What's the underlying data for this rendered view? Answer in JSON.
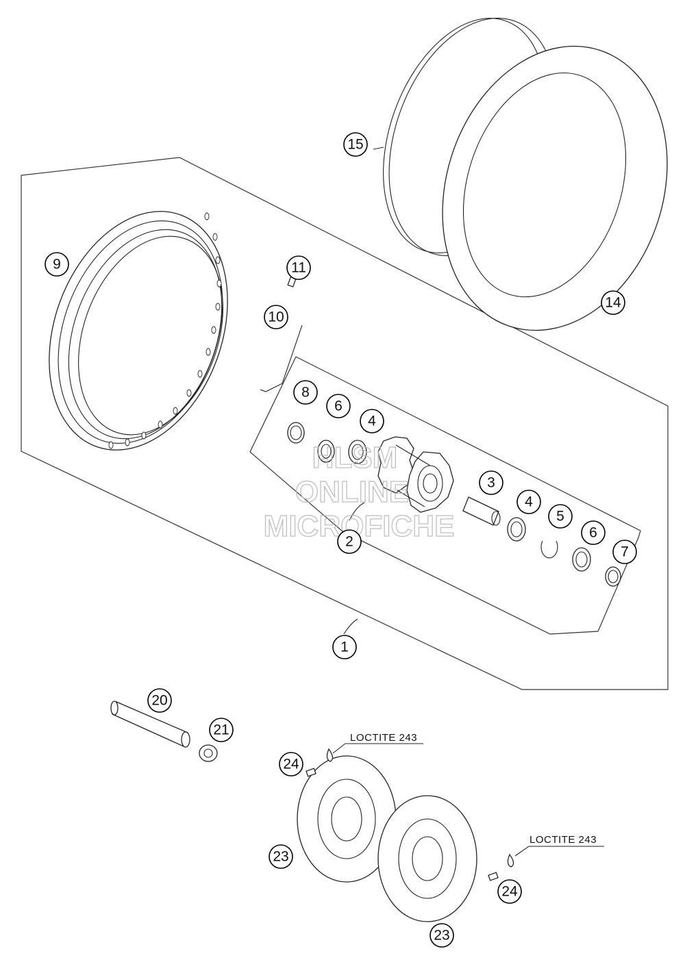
{
  "callouts": [
    {
      "id": "c15",
      "label": "15"
    },
    {
      "id": "c9",
      "label": "9"
    },
    {
      "id": "c11",
      "label": "11"
    },
    {
      "id": "c10",
      "label": "10"
    },
    {
      "id": "c14",
      "label": "14"
    },
    {
      "id": "c8",
      "label": "8"
    },
    {
      "id": "c6a",
      "label": "6"
    },
    {
      "id": "c4a",
      "label": "4"
    },
    {
      "id": "c3",
      "label": "3"
    },
    {
      "id": "c4b",
      "label": "4"
    },
    {
      "id": "c5",
      "label": "5"
    },
    {
      "id": "c6b",
      "label": "6"
    },
    {
      "id": "c7",
      "label": "7"
    },
    {
      "id": "c2",
      "label": "2"
    },
    {
      "id": "c1",
      "label": "1"
    },
    {
      "id": "c20",
      "label": "20"
    },
    {
      "id": "c21",
      "label": "21"
    },
    {
      "id": "c24a",
      "label": "24"
    },
    {
      "id": "c23a",
      "label": "23"
    },
    {
      "id": "c24b",
      "label": "24"
    },
    {
      "id": "c23b",
      "label": "23"
    }
  ],
  "notes": {
    "loctite_a": "LOCTITE 243",
    "loctite_b": "LOCTITE 243"
  },
  "watermark": {
    "line1": "HLSM",
    "line2": "ONLINE",
    "line3": "MICROFICHE"
  }
}
